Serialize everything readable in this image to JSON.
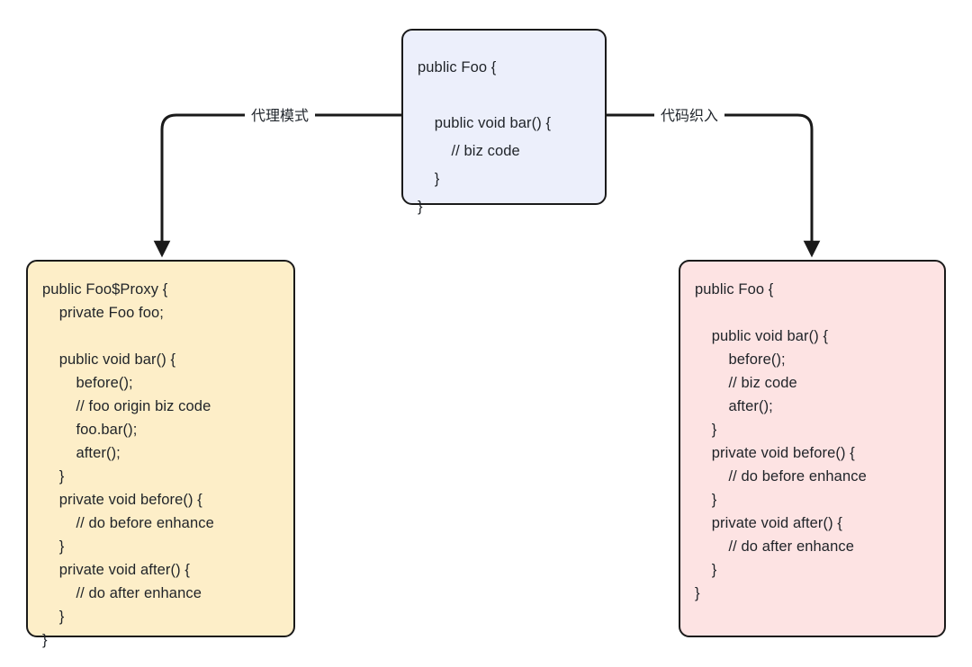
{
  "diagram": {
    "title": "Proxy pattern vs code weaving",
    "colors": {
      "top_box_fill": "#eceffb",
      "left_box_fill": "#fdeec8",
      "right_box_fill": "#fde3e3",
      "stroke": "#1a1a1a",
      "text": "#1f2328",
      "background": "#ffffff"
    },
    "edges": [
      {
        "name": "proxy-pattern-edge",
        "label": "代理模式",
        "from": "box-top",
        "to": "box-left",
        "arrowhead": "down"
      },
      {
        "name": "code-weaving-edge",
        "label": "代码织入",
        "from": "box-top",
        "to": "box-right",
        "arrowhead": "down"
      }
    ],
    "nodes": {
      "top": {
        "name": "original-class-box",
        "lines": [
          "public Foo {",
          "",
          "    public void bar() {",
          "        // biz code",
          "    }",
          "}"
        ]
      },
      "left": {
        "name": "proxy-class-box",
        "lines": [
          "public Foo$Proxy {",
          "    private Foo foo;",
          "",
          "    public void bar() {",
          "        before();",
          "        // foo origin biz code",
          "        foo.bar();",
          "        after();",
          "    }",
          "    private void before() {",
          "        // do before enhance",
          "    }",
          "    private void after() {",
          "        // do after enhance",
          "    }",
          "}"
        ]
      },
      "right": {
        "name": "woven-class-box",
        "lines": [
          "public Foo {",
          "",
          "    public void bar() {",
          "        before();",
          "        // biz code",
          "        after();",
          "    }",
          "    private void before() {",
          "        // do before enhance",
          "    }",
          "    private void after() {",
          "        // do after enhance",
          "    }",
          "}"
        ]
      }
    }
  }
}
